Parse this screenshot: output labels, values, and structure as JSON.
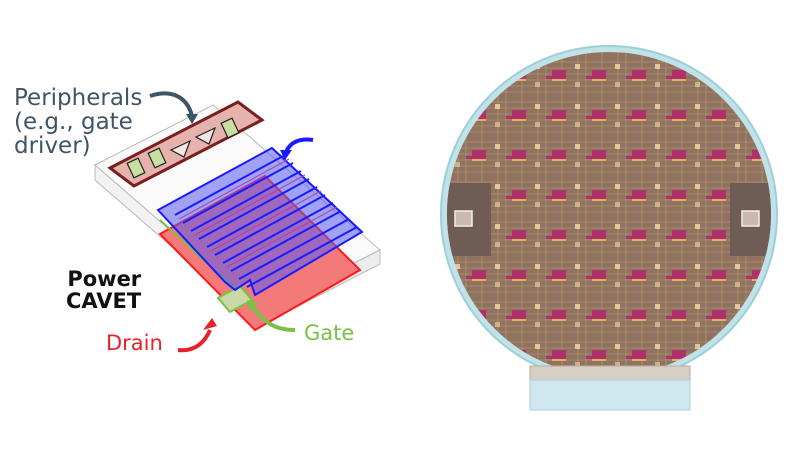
{
  "figure": {
    "left_panel": {
      "title": "Power CAVET device schematic",
      "labels": {
        "peripherals_line1": "Peripherals",
        "peripherals_line2": "(e.g., gate",
        "peripherals_line3": "driver)",
        "power_line1": "Power",
        "power_line2": "CAVET",
        "drain": "Drain",
        "gate": "Gate"
      },
      "colors": {
        "peripherals_text": "#3e5566",
        "drain": "#e8222a",
        "gate": "#7ac143",
        "source_fingers": "#1a1aff",
        "peripheral_block_fill": "#e5b2ad",
        "peripheral_block_border": "#7a1f1f"
      },
      "source_finger_count": 10
    },
    "right_panel": {
      "title": "Fabricated wafer on stand",
      "colors": {
        "wafer": "#8f7360",
        "die_highlight": "#b0306e",
        "rim": "#bfe3e8",
        "stand": "#cfe8ef"
      }
    }
  }
}
